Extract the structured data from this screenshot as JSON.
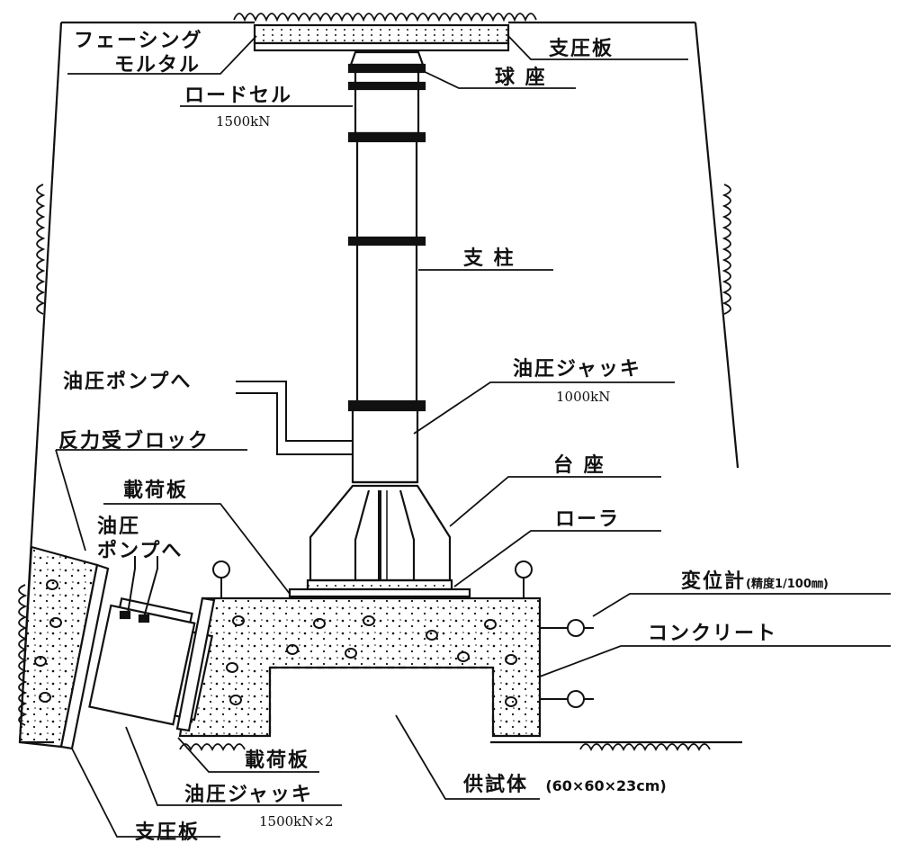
{
  "labels": {
    "facing_mortar_1": "フェーシング",
    "facing_mortar_2": "モルタル",
    "bearing_plate_top": "支圧板",
    "ball_seat": "球 座",
    "load_cell": "ロードセル",
    "load_cell_capacity": "1500kN",
    "column": "支 柱",
    "to_pump_upper": "油圧ポンプへ",
    "jack_upper": "油圧ジャッキ",
    "jack_upper_capacity": "1000kN",
    "reaction_block": "反力受ブロック",
    "pedestal": "台 座",
    "loading_plate_upper": "載荷板",
    "to_pump_left_1": "油圧",
    "to_pump_left_2": "ポンプへ",
    "roller": "ローラ",
    "displacement_gauge": "変位計",
    "displacement_gauge_precision": "(精度1/100㎜)",
    "concrete": "コンクリート",
    "loading_plate_lower": "載荷板",
    "jack_lower": "油圧ジャッキ",
    "jack_lower_capacity": "1500kN×2",
    "specimen": "供試体",
    "specimen_size": "(60×60×23cm)",
    "bearing_plate_bottom": "支圧板"
  }
}
